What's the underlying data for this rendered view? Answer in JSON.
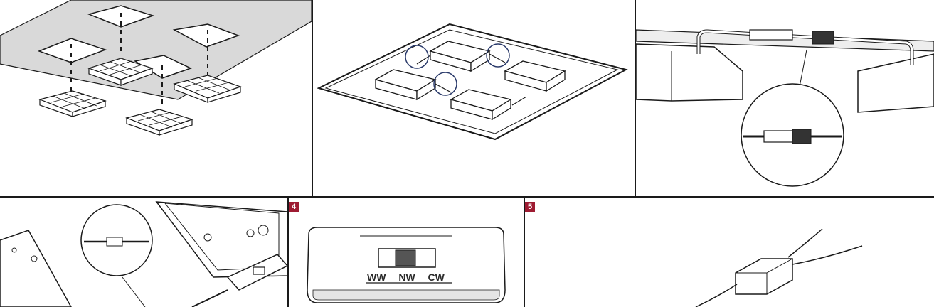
{
  "steps": [
    {
      "badge": "4"
    },
    {
      "badge": "5"
    }
  ],
  "switch": {
    "positions": [
      "WW",
      "NW",
      "CW"
    ]
  },
  "colors": {
    "badge": "#9e1b32",
    "line": "#1a1a1a",
    "panel_fill": "#d9d9d9"
  }
}
